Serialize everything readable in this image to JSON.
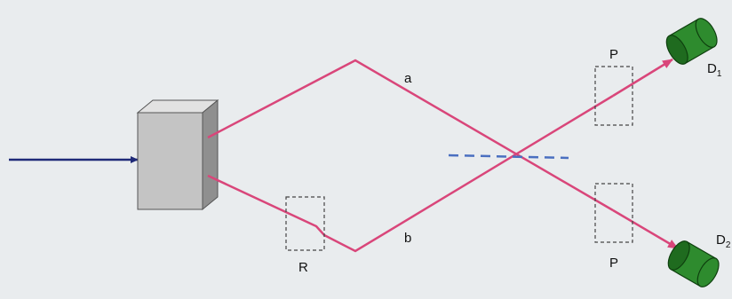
{
  "labels": {
    "path_a": "a",
    "path_b": "b",
    "rotator": "R",
    "polarizer_top": "P",
    "polarizer_bottom": "P",
    "detector_1": "D",
    "detector_1_sub": "1",
    "detector_2": "D",
    "detector_2_sub": "2"
  },
  "colors": {
    "background": "#e9ecee",
    "input_beam": "#1f2a78",
    "beam": "#d9467a",
    "beam_splitter_line": "#4a6fc0",
    "crystal_front": "#c4c4c4",
    "crystal_side": "#8f8f8f",
    "crystal_top": "#e2e2e2",
    "detector_body": "#2e8b2e",
    "detector_face": "#1f6b1f",
    "dashed_box": "#444444"
  }
}
